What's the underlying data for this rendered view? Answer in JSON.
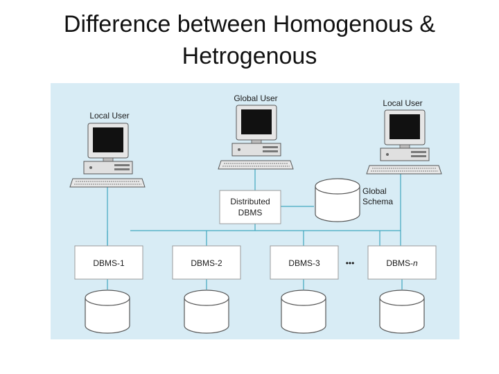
{
  "title": {
    "line1": "Difference between Homogenous &",
    "line2": "Hetrogenous"
  },
  "diagram": {
    "users": {
      "local_left": "Local User",
      "global": "Global User",
      "local_right": "Local User"
    },
    "distributed": {
      "line1": "Distributed",
      "line2": "DBMS"
    },
    "global_schema": {
      "line1": "Global",
      "line2": "Schema"
    },
    "dbms_nodes": {
      "n1": "DBMS-1",
      "n2": "DBMS-2",
      "n3": "DBMS-3",
      "n4_prefix": "DBMS-",
      "n4_suffix": "n"
    },
    "ellipsis": "•••",
    "colors": {
      "background": "#d8ecf5",
      "line": "#3fa7bf",
      "box_fill": "#ffffff",
      "box_stroke": "#9a9a9a"
    }
  }
}
